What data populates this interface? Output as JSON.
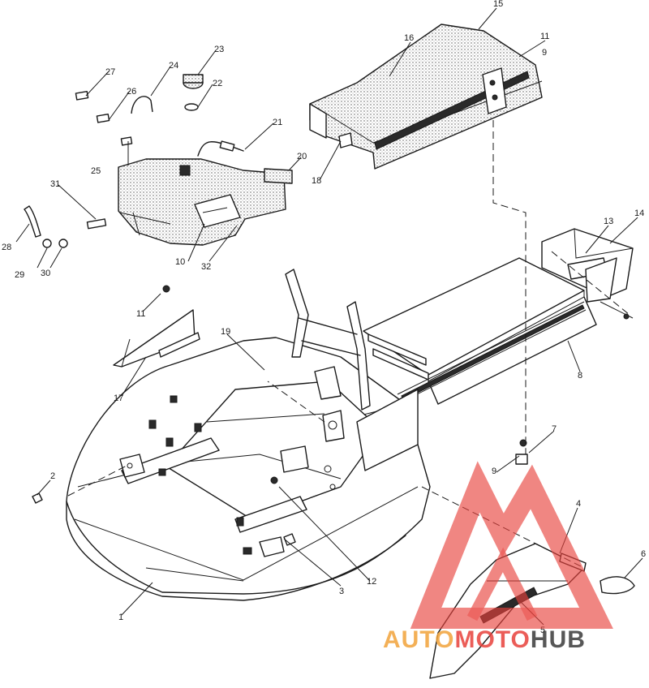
{
  "labels": {
    "l1": "1",
    "l2": "2",
    "l3": "3",
    "l4": "4",
    "l5": "5",
    "l6": "6",
    "l7": "7",
    "l8": "8",
    "l9a": "9",
    "l9b": "9",
    "l10": "10",
    "l11a": "11",
    "l11b": "11",
    "l12": "12",
    "l13": "13",
    "l14": "14",
    "l15": "15",
    "l16": "16",
    "l17": "17",
    "l18": "18",
    "l19": "19",
    "l20": "20",
    "l21": "21",
    "l22": "22",
    "l23": "23",
    "l24": "24",
    "l25": "25",
    "l26": "26",
    "l27": "27",
    "l28": "28",
    "l29": "29",
    "l30": "30",
    "l31": "31",
    "l32": "32"
  },
  "watermark": {
    "part1": "AUTO",
    "part2": "MOTO",
    "part3": "HUB",
    "color_orange": "#f2a33a",
    "color_red": "#e8413c",
    "color_dark": "#3a3a3a"
  }
}
